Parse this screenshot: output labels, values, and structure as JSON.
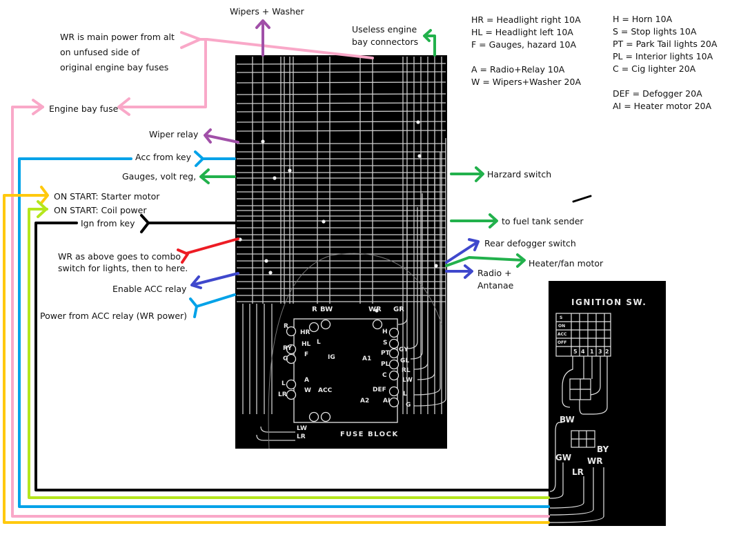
{
  "title": "Fuse block and ignition switch wiring annotations",
  "colors": {
    "pink": "#f9a8c8",
    "purple": "#a150a8",
    "green": "#22b14c",
    "blue": "#00a2e8",
    "indigo": "#3f48cc",
    "red": "#ed1c24",
    "black": "#000000",
    "yellow": "#ffc90e",
    "lime": "#b5e61d",
    "scan_bg": "#000000",
    "scan_line": "#e6e6e6"
  },
  "annotations": {
    "wr_main": [
      "WR is main power from alt",
      "on unfused side of",
      "original engine bay fuses"
    ],
    "engine_bay_fuse": "Engine bay fuse",
    "wiper_relay": "Wiper relay",
    "acc_from_key": "Acc from key",
    "gauges": "Gauges, volt reg,",
    "on_start_starter": "ON START: Starter motor",
    "on_start_coil": "ON START: Coil power",
    "ign_from_key": "Ign from key",
    "wr_combo": [
      "WR as above goes to combo",
      "switch for lights, then to here."
    ],
    "enable_acc_relay": "Enable ACC relay",
    "power_from_acc": "Power from ACC relay (WR power)",
    "wipers_washer": "Wipers + Washer",
    "useless_connectors": [
      "Useless engine",
      "bay connectors"
    ],
    "hazard_switch": "Harzard switch",
    "fuel_tank_sender": "to fuel tank sender",
    "rear_defogger": "Rear defogger switch",
    "heater_fan": "Heater/fan motor",
    "radio": [
      "Radio +",
      "Antanae"
    ]
  },
  "legend_left": [
    "HR = Headlight right 10A",
    "HL = Headlight left  10A",
    "F = Gauges, hazard  10A",
    "",
    "A = Radio+Relay  10A",
    "W = Wipers+Washer  20A"
  ],
  "legend_right": [
    "H = Horn 10A",
    "S = Stop lights  10A",
    "PT = Park Tail lights 20A",
    "PL = Interior lights  10A",
    "C = Cig lighter 20A",
    "",
    "DEF = Defogger  20A",
    "AI = Heater motor 20A"
  ],
  "fuse_block": {
    "title": "FUSE BLOCK",
    "top_left_labels": [
      "R",
      "BW"
    ],
    "top_right_labels": [
      "WR",
      "GR"
    ],
    "left_fuses": [
      "HR",
      "HL",
      "F",
      "A",
      "W"
    ],
    "left_wire_labels": [
      "R",
      "RY",
      "G",
      "L",
      "LR",
      "LW",
      "LR"
    ],
    "left_side_labels": [
      "L",
      "IG",
      "ACC"
    ],
    "right_fuses": [
      "H",
      "S",
      "PT",
      "PL",
      "C",
      "DEF",
      "AI"
    ],
    "right_wire_labels": [
      "GY",
      "GL",
      "RL",
      "LW",
      "L",
      "G"
    ],
    "inner_labels": [
      "A1",
      "A2"
    ]
  },
  "ignition_switch": {
    "title": "IGNITION SW.",
    "grid_row_labels": [
      "S",
      "ON",
      "ACC",
      "OFF"
    ],
    "terminal_numbers": [
      "5",
      "4",
      "1",
      "3",
      "2"
    ],
    "wire_labels": [
      "BW",
      "GW",
      "BY",
      "LR",
      "WR"
    ]
  }
}
